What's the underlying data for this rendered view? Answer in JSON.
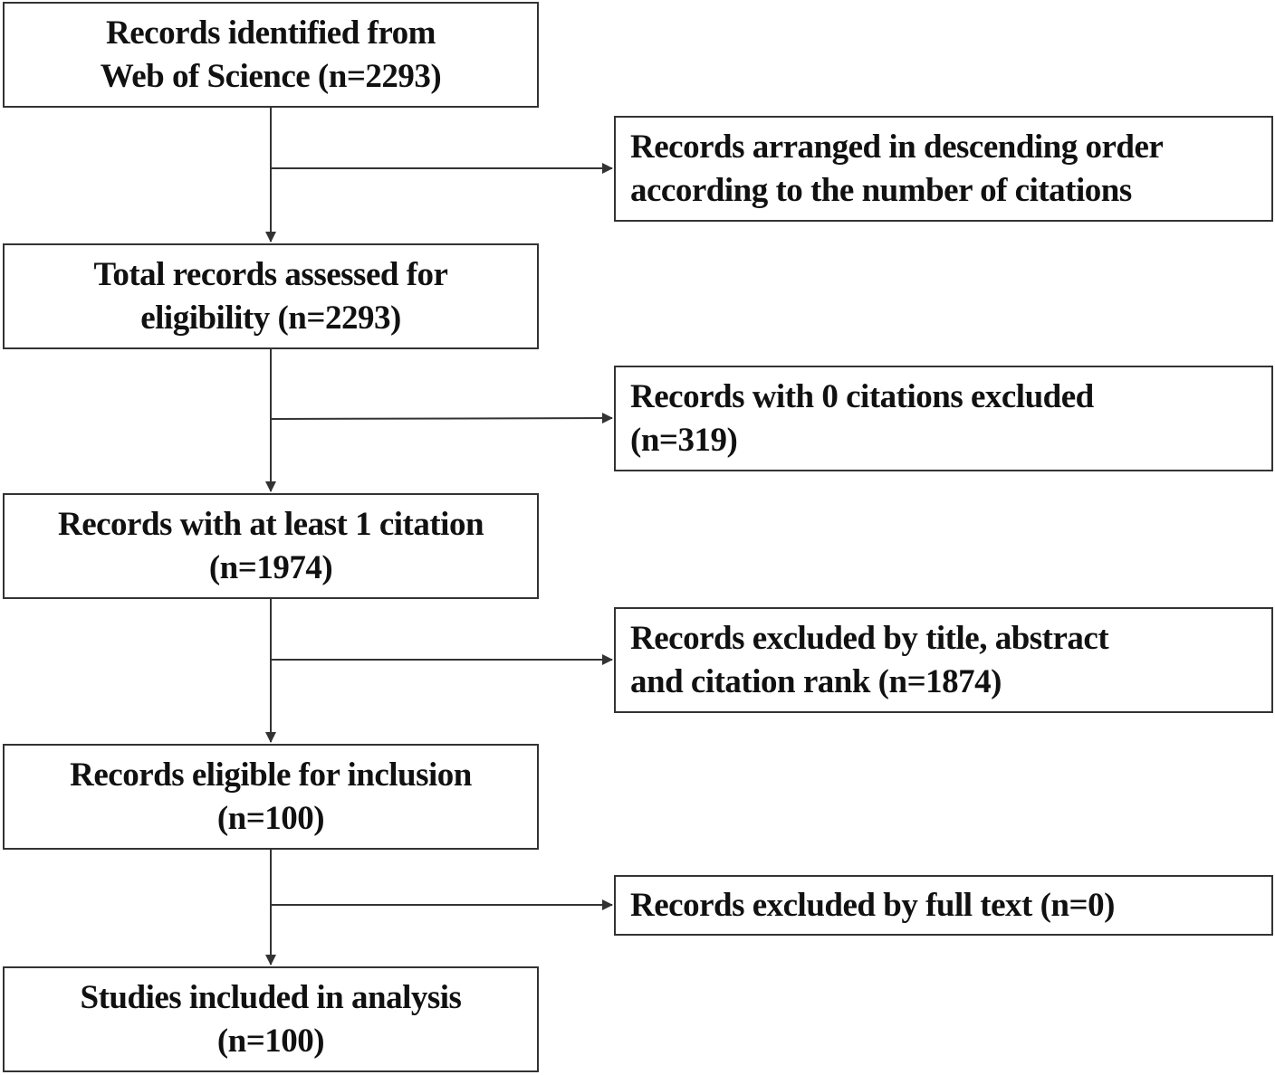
{
  "flowchart": {
    "main_steps": [
      {
        "line1": "Records identified from",
        "line2": "Web of Science (n=2293)"
      },
      {
        "line1": "Total records assessed for",
        "line2": "eligibility (n=2293)"
      },
      {
        "line1": "Records with at least 1  citation",
        "line2": "(n=1974)"
      },
      {
        "line1": "Records eligible for inclusion",
        "line2": "(n=100)"
      },
      {
        "line1": "Studies included in analysis",
        "line2": "(n=100)"
      }
    ],
    "side_steps": [
      {
        "line1": "Records arranged in descending order",
        "line2": "according to the number of citations"
      },
      {
        "line1": "Records with 0 citations excluded",
        "line2": "(n=319)"
      },
      {
        "line1": "Records  excluded by title, abstract",
        "line2": "and citation rank (n=1874)"
      },
      {
        "line1": "Records excluded by full text (n=0)",
        "line2": ""
      }
    ]
  }
}
